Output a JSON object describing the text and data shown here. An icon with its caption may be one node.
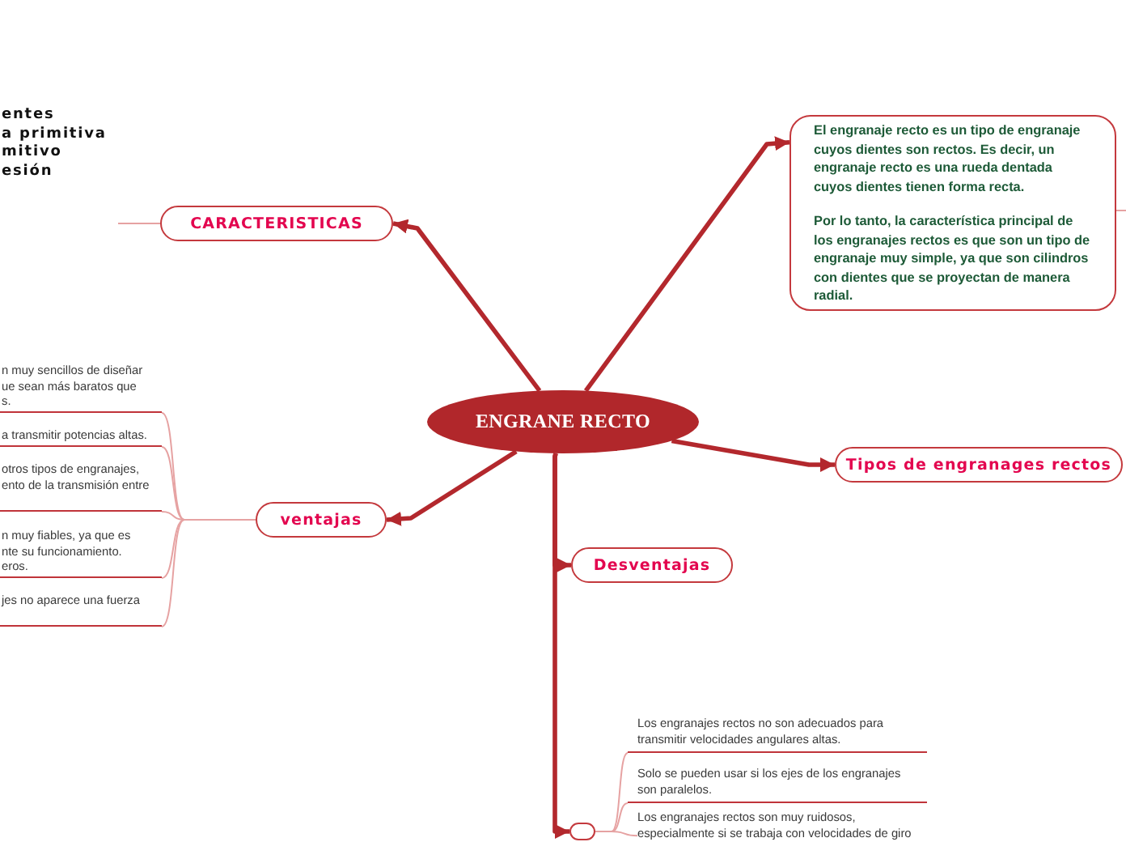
{
  "diagram": {
    "nodes": [
      {
        "text": [
          "ENGRANE RECTO"
        ]
      },
      {
        "text": [
          "CARACTERISTICAS"
        ]
      },
      {
        "text": [
          "El engranaje recto es un tipo de engranaje cuyos dientes son rectos. Es decir, un engranaje recto es una rueda dentada cuyos dientes tienen forma recta.",
          "Por lo tanto, la característica principal de los engranajes rectos es que son un tipo de engranaje muy simple, ya que son cilindros con dientes que se proyectan de manera radial."
        ]
      },
      {
        "text": [
          "Tipos de engranages rectos"
        ]
      },
      {
        "text": [
          "ventajas"
        ]
      },
      {
        "text": [
          "Desventajas"
        ]
      },
      {
        "text": [],
        "shape": "box"
      },
      {
        "text": [
          "entes",
          "a primitiva",
          "mitivo",
          "esión"
        ]
      },
      {
        "text": [
          "n muy sencillos de diseñar ue sean más baratos que s."
        ]
      },
      {
        "text": [
          "a transmitir potencias altas."
        ]
      },
      {
        "text": [
          "otros tipos de engranajes, ento de la transmisión entre"
        ]
      },
      {
        "text": [
          "n muy fiables, ya que es nte su funcionamiento. eros."
        ]
      },
      {
        "text": [
          "jes no aparece una fuerza"
        ]
      },
      {
        "text": [
          "Los engranajes rectos no son adecuados para transmitir velocidades angulares altas."
        ]
      },
      {
        "text": [
          "Solo se pueden usar si los ejes de los engranajes son paralelos."
        ]
      },
      {
        "text": [
          "Los engranajes rectos son muy ruidosos, especialmente si se trabaja con velocidades de giro"
        ]
      }
    ],
    "edges": [
      {
        "from": 0,
        "to": 1,
        "arrow": "to",
        "style": "thick",
        "color": "#b3282d"
      },
      {
        "from": 0,
        "to": 2,
        "arrow": "to",
        "style": "thick",
        "color": "#b3282d"
      },
      {
        "from": 0,
        "to": 3,
        "arrow": "to",
        "style": "thick",
        "color": "#b3282d"
      },
      {
        "from": 0,
        "to": 4,
        "arrow": "to",
        "style": "thick",
        "color": "#b3282d"
      },
      {
        "from": 0,
        "to": 5,
        "arrow": "to",
        "style": "thick",
        "color": "#b3282d"
      },
      {
        "from": 0,
        "to": 6,
        "arrow": "to",
        "style": "thick",
        "color": "#b3282d"
      },
      {
        "from": 1,
        "to": 7,
        "arrow": "none"
      },
      {
        "from": 2,
        "to": null,
        "arrow": "none"
      },
      {
        "from": 4,
        "to": 8,
        "arrow": "none"
      },
      {
        "from": 4,
        "to": 9,
        "arrow": "none"
      },
      {
        "from": 4,
        "to": 10,
        "arrow": "none"
      },
      {
        "from": 4,
        "to": 11,
        "arrow": "none"
      },
      {
        "from": 4,
        "to": 12,
        "arrow": "none"
      },
      {
        "from": 6,
        "to": 13,
        "arrow": "none"
      },
      {
        "from": 6,
        "to": 14,
        "arrow": "none"
      },
      {
        "from": 6,
        "to": 15,
        "arrow": "none"
      }
    ]
  }
}
